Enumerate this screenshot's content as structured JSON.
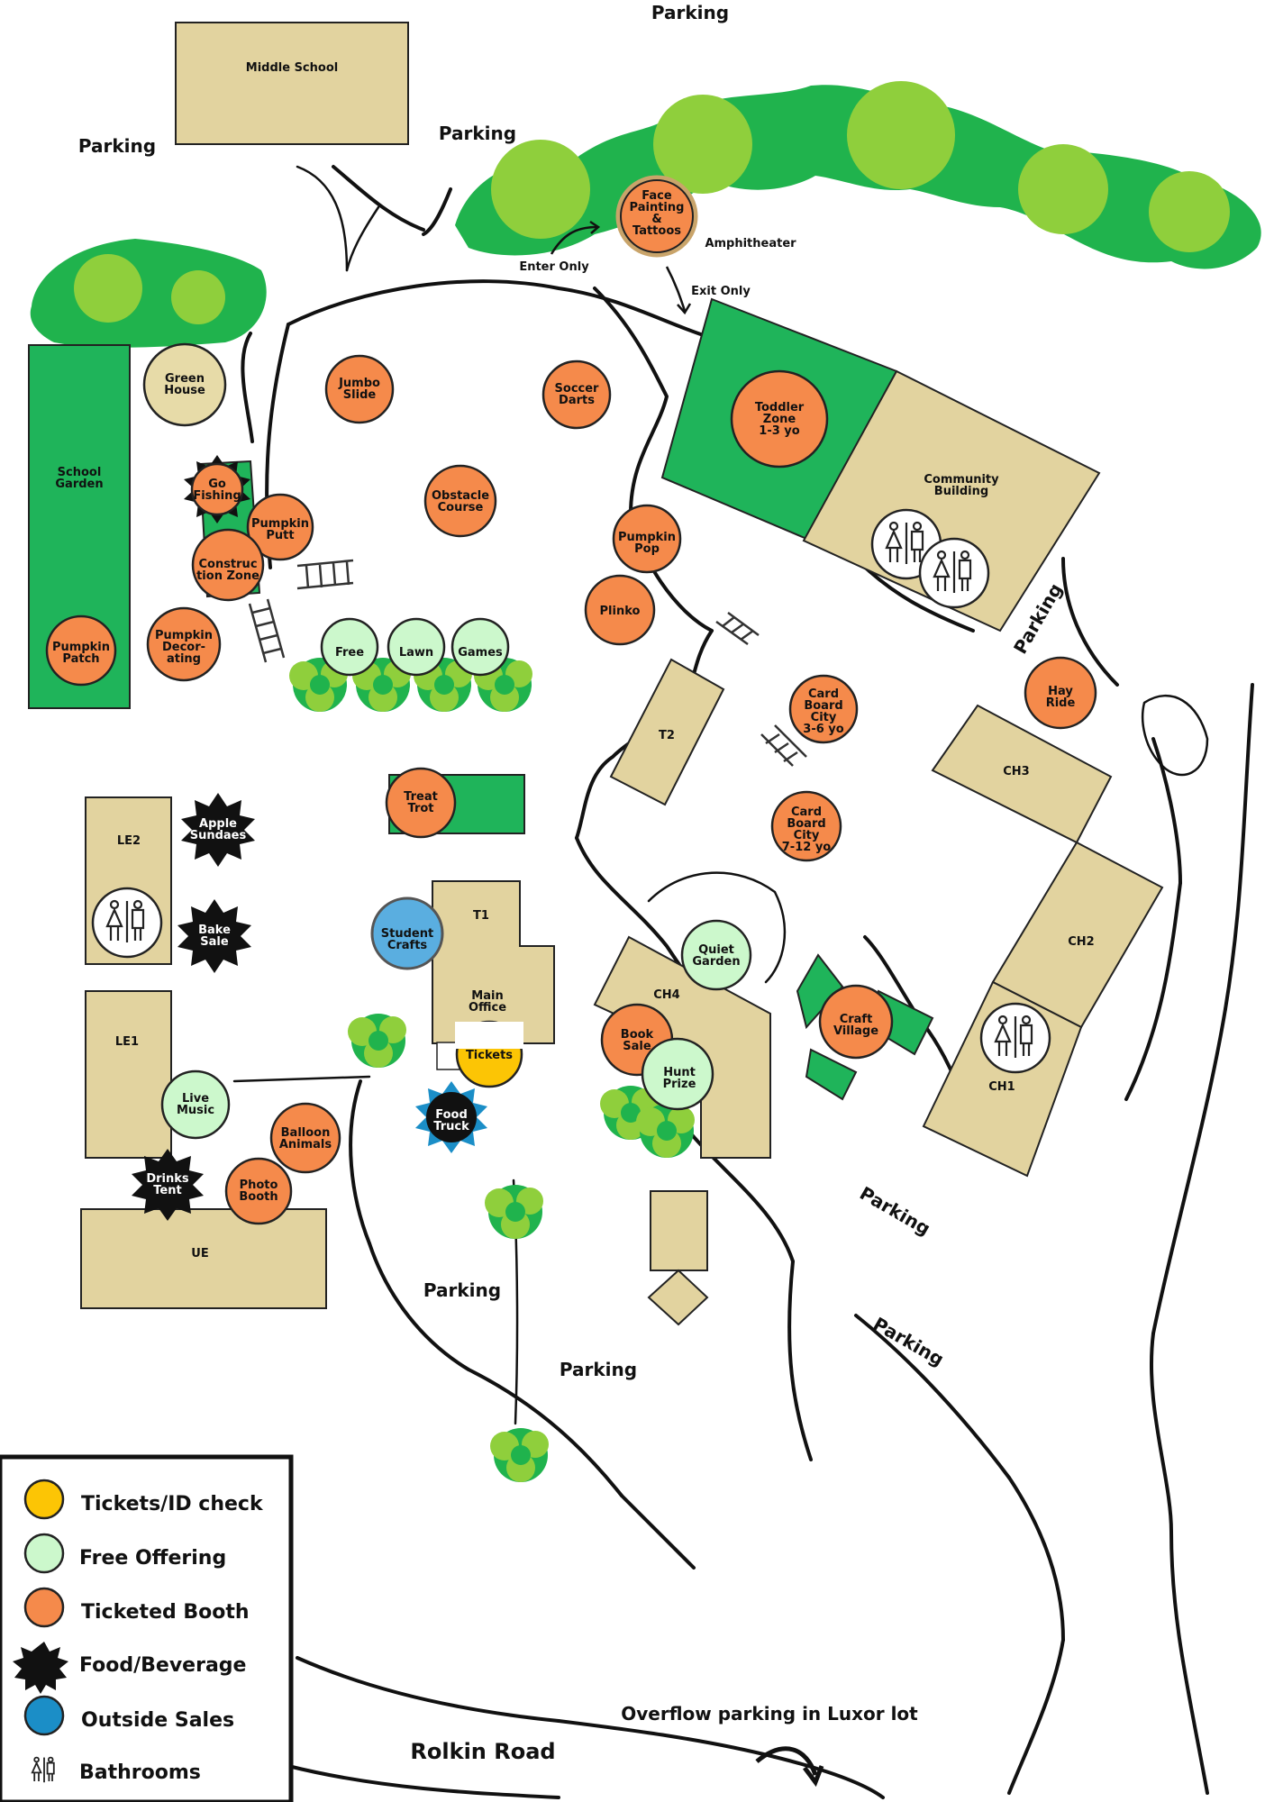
{
  "labels": {
    "parking_top": "Parking",
    "parking_left": "Parking",
    "parking_mid": "Parking",
    "parking_cb": "Parking",
    "parking_ch1": "Parking",
    "parking_right": "Parking",
    "parking_center": "Parking",
    "parking_bottom": "Parking",
    "amphitheater": "Amphitheater",
    "enter_only": "Enter Only",
    "exit_only": "Exit Only",
    "rolkin_road": "Rolkin Road",
    "overflow": "Overflow parking in Luxor lot"
  },
  "buildings": {
    "middle_school": "Middle School",
    "school_garden": [
      "School",
      "Garden"
    ],
    "community_building": [
      "Community",
      "Building"
    ],
    "t2": "T2",
    "ch3": "CH3",
    "ch2": "CH2",
    "ch1": "CH1",
    "ch4": "CH4",
    "le2": "LE2",
    "le1": "LE1",
    "t1": "T1",
    "main_office": [
      "Main",
      "Office"
    ],
    "ue": "UE"
  },
  "booths": {
    "green_house": [
      "Green",
      "House"
    ],
    "jumbo_slide": [
      "Jumbo",
      "Slide"
    ],
    "soccer_darts": [
      "Soccer",
      "Darts"
    ],
    "face_painting": [
      "Face",
      "Painting",
      "&",
      "Tattoos"
    ],
    "toddler_zone": [
      "Toddler",
      "Zone",
      "1-3 yo"
    ],
    "go_fishing": [
      "Go",
      "Fishing"
    ],
    "pumpkin_putt": [
      "Pumpkin",
      "Putt"
    ],
    "construction_zone": [
      "Construc",
      "tion Zone"
    ],
    "obstacle_course": [
      "Obstacle",
      "Course"
    ],
    "pumpkin_pop": [
      "Pumpkin",
      "Pop"
    ],
    "plinko": "Plinko",
    "pumpkin_patch": [
      "Pumpkin",
      "Patch"
    ],
    "pumpkin_decorating": [
      "Pumpkin",
      "Decor-",
      "ating"
    ],
    "free": "Free",
    "lawn": "Lawn",
    "games": "Games",
    "card_board_36": [
      "Card",
      "Board",
      "City",
      "3-6 yo"
    ],
    "card_board_712": [
      "Card",
      "Board",
      "City",
      "7-12 yo"
    ],
    "hay_ride": [
      "Hay",
      "Ride"
    ],
    "treat_trot": [
      "Treat",
      "Trot"
    ],
    "apple_sundaes": [
      "Apple",
      "Sundaes"
    ],
    "bake_sale": [
      "Bake",
      "Sale"
    ],
    "student_crafts": [
      "Student",
      "Crafts"
    ],
    "quiet_garden": [
      "Quiet",
      "Garden"
    ],
    "craft_village": [
      "Craft",
      "Village"
    ],
    "tickets": "Tickets",
    "book_sale": [
      "Book",
      "Sale"
    ],
    "hunt_prize": [
      "Hunt",
      "Prize"
    ],
    "live_music": [
      "Live",
      "Music"
    ],
    "balloon_animals": [
      "Balloon",
      "Animals"
    ],
    "food_truck": [
      "Food",
      "Truck"
    ],
    "drinks_tent": [
      "Drinks",
      "Tent"
    ],
    "photo_booth": [
      "Photo",
      "Booth"
    ]
  },
  "legend": {
    "items": [
      {
        "label": "Tickets/ID check",
        "color": "#fcc505"
      },
      {
        "label": "Free Offering",
        "color": "#ccf8cc"
      },
      {
        "label": "Ticketed Booth",
        "color": "#f58a4b"
      },
      {
        "label": "Food/Beverage",
        "color": "#111111"
      },
      {
        "label": "Outside Sales",
        "color": "#1b8ec7"
      },
      {
        "label": "Bathrooms",
        "icon": "restroom-icon"
      }
    ]
  },
  "colors": {
    "building": "#e2d39f",
    "green_area": "#1fb45a",
    "ticketed": "#f58a4b",
    "free": "#ccf8cc",
    "tickets": "#fcc505",
    "outside_sales": "#5aaee0",
    "food": "#111111"
  }
}
